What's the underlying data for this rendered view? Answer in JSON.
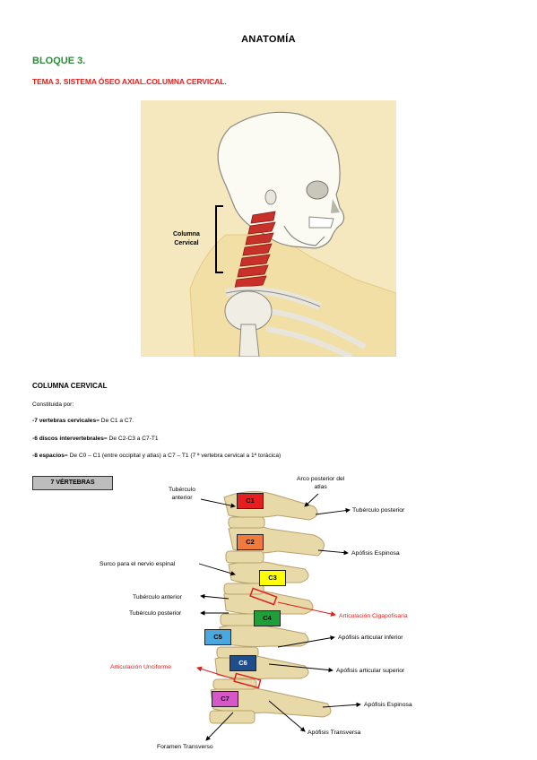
{
  "header": {
    "title": "ANATOMÍA"
  },
  "bloque": "BLOQUE 3.",
  "tema": "TEMA 3. SISTEMA ÓSEO AXIAL.COLUMNA CERVICAL.",
  "hero": {
    "label_line1": "Columna",
    "label_line2": "Cervical"
  },
  "section": {
    "title": "COLUMNA CERVICAL",
    "constituida": "Constituida por:",
    "item1_bold": "-7 vertebras cervicales",
    "item1_rest": "= De C1 a C7.",
    "item2_bold": "-6 discos intervertebrales",
    "item2_rest": "= De C2-C3 a C7-T1",
    "item3_bold": "-8 espacios",
    "item3_rest": "= De C0 – C1 (entre occipital y atlas) a C7 – T1 (7 ª vertebra cervical a 1ª torácica)"
  },
  "vertebrae_button": "7 VÉRTEBRAS",
  "vertebrae": [
    {
      "label": "C1",
      "color": "#e81d1d"
    },
    {
      "label": "C2",
      "color": "#f07a3c"
    },
    {
      "label": "C3",
      "color": "#ffff00"
    },
    {
      "label": "C4",
      "color": "#1f9e3a"
    },
    {
      "label": "C5",
      "color": "#4aa8e0"
    },
    {
      "label": "C6",
      "color": "#1f4e8c"
    },
    {
      "label": "C7",
      "color": "#d658c8"
    }
  ],
  "labels": {
    "tuberculo_anterior_1": "Tubérculo",
    "tuberculo_anterior_2": "anterior",
    "arco_posterior_1": "Arco posterior del",
    "arco_posterior_2": "atlas",
    "tuberculo_posterior_top": "Tubérculo posterior",
    "apofisis_espinosa_top": "Apófisis Espinosa",
    "surco": "Surco para el nervio espinal",
    "tuberculo_anterior_mid": "Tubérculo anterior",
    "tuberculo_posterior_mid": "Tubérculo posterior",
    "art_cigapofisaria": "Articulación Cigapofisaria",
    "apofisis_art_inferior": "Apófisis articular inferior",
    "art_unciforme": "Articulación Unciforme",
    "apofisis_art_superior": "Apófisis articular superior",
    "apofisis_espinosa_bottom": "Apófisis Espinosa",
    "apofisis_transversa": "Apófisis Transversa",
    "foramen": "Foramen Transverso"
  }
}
